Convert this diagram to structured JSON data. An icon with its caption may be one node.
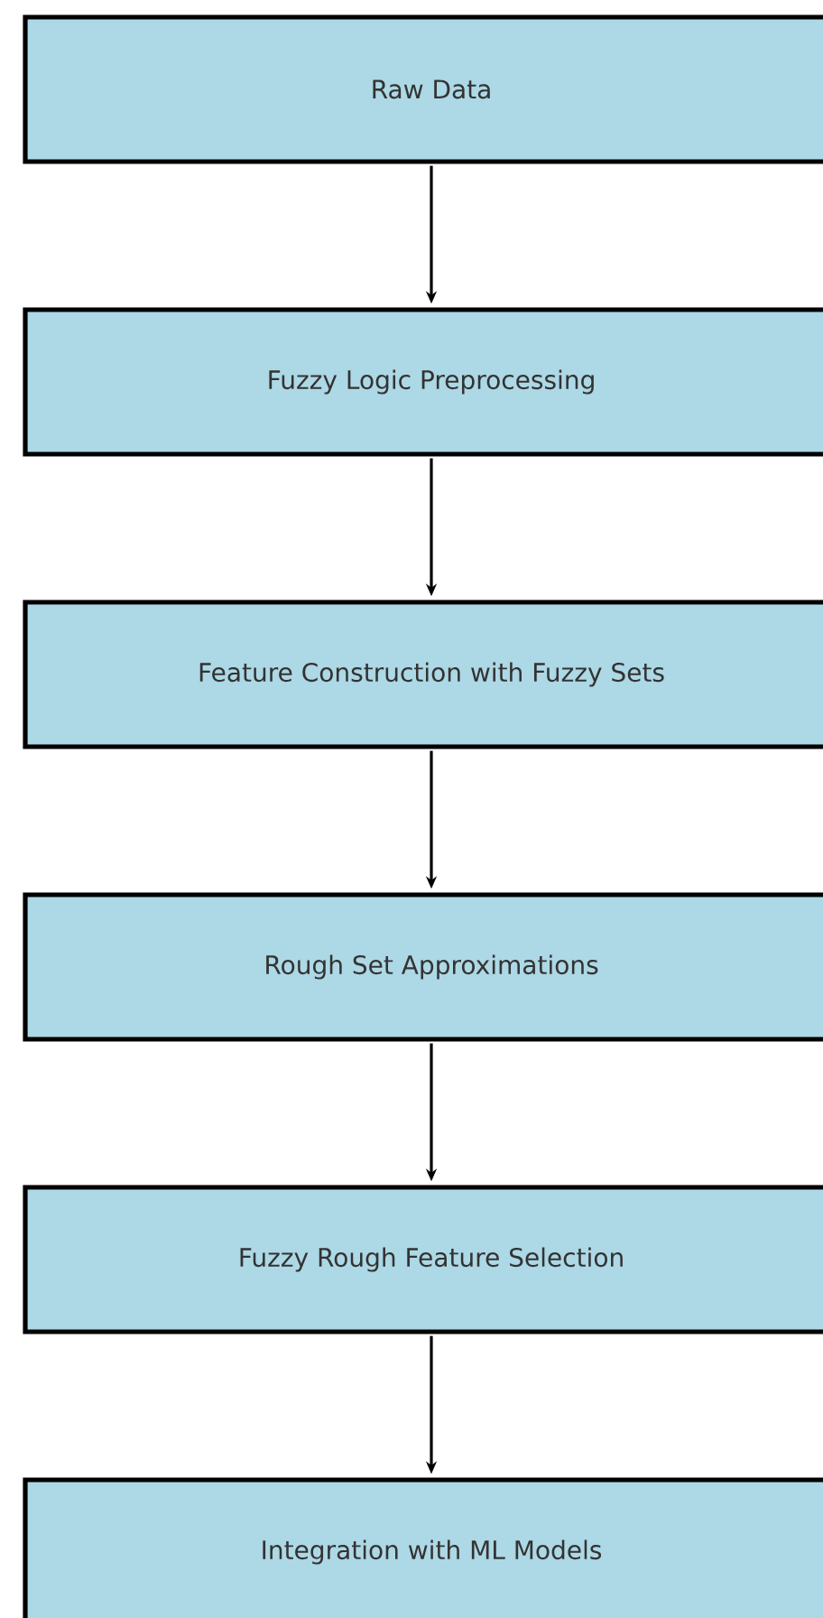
{
  "diagram": {
    "nodes": [
      {
        "text": [
          "Raw Data"
        ]
      },
      {
        "text": [
          "Fuzzy Logic Preprocessing"
        ]
      },
      {
        "text": [
          "Feature Construction with Fuzzy Sets"
        ]
      },
      {
        "text": [
          "Rough Set Approximations"
        ]
      },
      {
        "text": [
          "Fuzzy Rough Feature Selection"
        ]
      },
      {
        "text": [
          "Integration with ML Models"
        ]
      }
    ],
    "edges": [
      {
        "from": 0,
        "to": 1,
        "arrow": "to"
      },
      {
        "from": 1,
        "to": 2,
        "arrow": "to"
      },
      {
        "from": 2,
        "to": 3,
        "arrow": "to"
      },
      {
        "from": 3,
        "to": 4,
        "arrow": "to"
      },
      {
        "from": 4,
        "to": 5,
        "arrow": "to"
      }
    ]
  }
}
